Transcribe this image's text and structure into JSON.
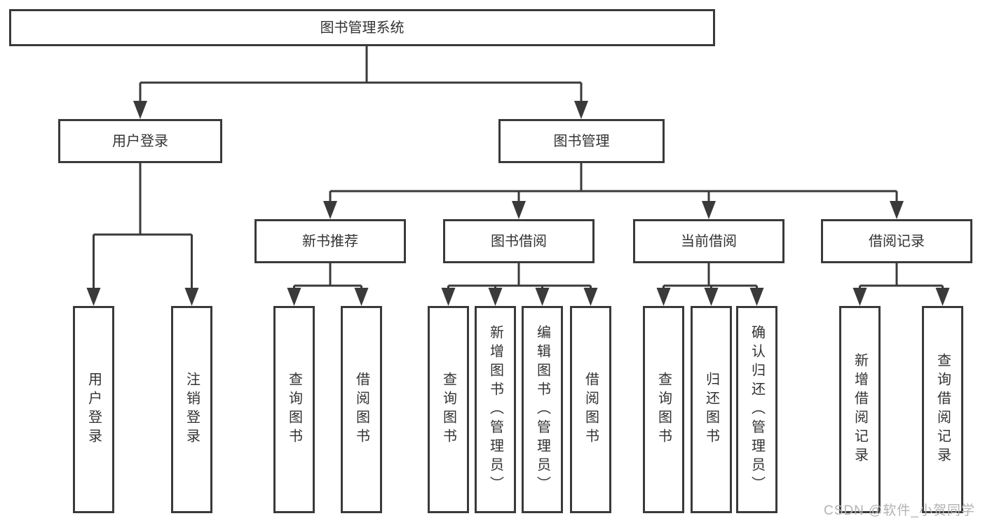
{
  "tree": {
    "root": {
      "label": "图书管理系统"
    },
    "branches": [
      {
        "label": "用户登录",
        "children": [
          {
            "label": "用户登录"
          },
          {
            "label": "注销登录"
          }
        ]
      },
      {
        "label": "图书管理",
        "children": [
          {
            "label": "新书推荐",
            "children": [
              {
                "label": "查询图书"
              },
              {
                "label": "借阅图书"
              }
            ]
          },
          {
            "label": "图书借阅",
            "children": [
              {
                "label": "查询图书"
              },
              {
                "label": "新增图书（管理员）"
              },
              {
                "label": "编辑图书（管理员）"
              },
              {
                "label": "借阅图书"
              }
            ]
          },
          {
            "label": "当前借阅",
            "children": [
              {
                "label": "查询图书"
              },
              {
                "label": "归还图书"
              },
              {
                "label": "确认归还（管理员）"
              }
            ]
          },
          {
            "label": "借阅记录",
            "children": [
              {
                "label": "新增借阅记录"
              },
              {
                "label": "查询借阅记录"
              }
            ]
          }
        ]
      }
    ]
  },
  "watermark": {
    "text": "CSDN @软件_小贺同学"
  },
  "colors": {
    "line": "#3a3a3a",
    "text": "#333333",
    "background": "#ffffff",
    "watermark": "#b3b3b3"
  }
}
